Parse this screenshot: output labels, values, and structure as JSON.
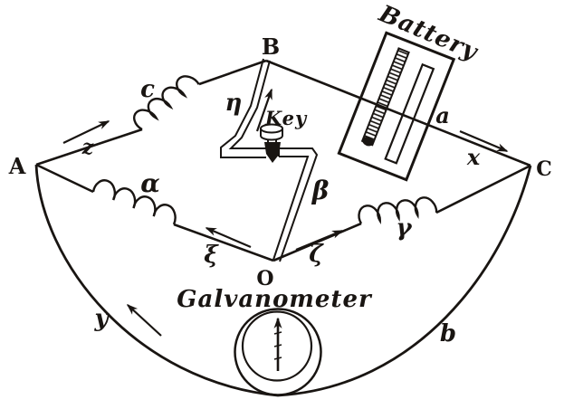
{
  "labels": {
    "node_a": "A",
    "node_b": "B",
    "node_c": "C",
    "node_o": "O",
    "battery": "Battery",
    "key": "Key",
    "galvanometer": "Galvanometer",
    "resistance_a": "a",
    "resistance_b": "b",
    "resistance_c": "c",
    "resistance_alpha": "α",
    "resistance_beta": "β",
    "resistance_gamma": "γ",
    "current_x": "x",
    "current_y": "y",
    "current_z": "z",
    "current_xi": "ξ",
    "current_eta": "η",
    "current_zeta": "ζ"
  },
  "colors": {
    "ink": "#191512",
    "paper": "#ffffff"
  }
}
